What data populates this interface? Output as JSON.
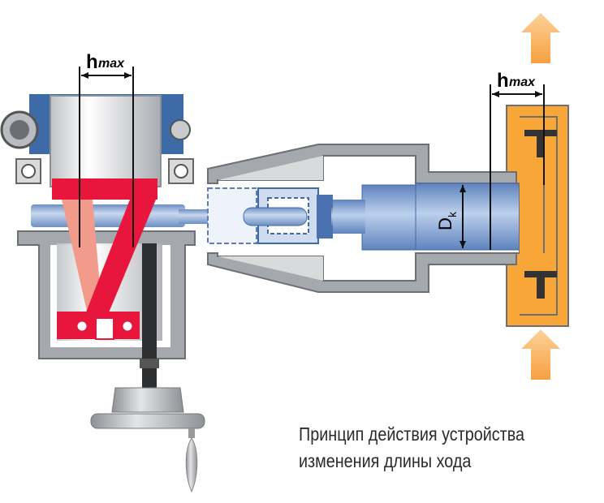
{
  "labels": {
    "hmax_left_main": "h",
    "hmax_left_sub": "max",
    "hmax_right_main": "h",
    "hmax_right_sub": "max",
    "diameter_main": "D",
    "diameter_sub": "k"
  },
  "caption": {
    "line1": "Принцип действия устройства",
    "line2": "изменения длины хода"
  },
  "colors": {
    "steel_grey": "#9a9da2",
    "steel_light": "#d9dadc",
    "blue_shaft": "#8aa8d0",
    "blue_housing": "#3f6aa8",
    "red_link": "#e8163c",
    "red_light": "#f29a8c",
    "orange_pump_head": "#f7a637",
    "arrow_orange": "#f9b35a"
  },
  "icons": {
    "arrow_up_top": "arrow-up-icon",
    "arrow_up_bottom": "arrow-up-icon"
  }
}
